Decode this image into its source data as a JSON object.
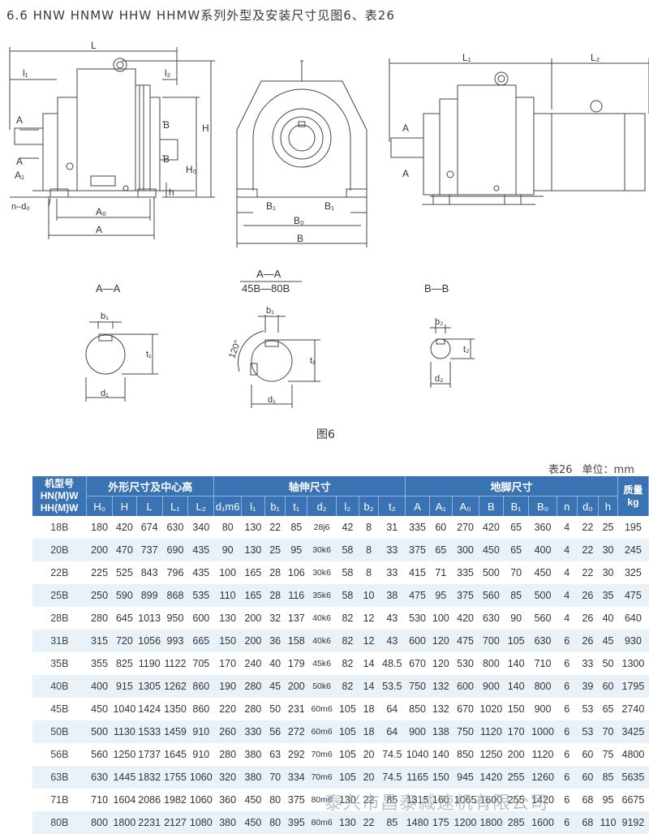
{
  "page_title": "6.6 HNW HNMW HHW HHMW系列外型及安装尺寸见图6、表26",
  "figure_caption": "图6",
  "table_caption": "表26",
  "unit_label": "单位：mm",
  "watermark": "泰兴市昌泰减速机有限公司",
  "drawing_labels": {
    "L": "L",
    "l1": "l₁",
    "l2": "l₂",
    "H": "H",
    "H0": "H₀",
    "h": "h",
    "A": "A",
    "A0": "A₀",
    "A1": "A₁",
    "nd0": "n–d₀",
    "secA": "A",
    "secB": "B",
    "B": "B",
    "B0": "B₀",
    "B1": "B₁",
    "L1": "L₁",
    "L2": "L₂",
    "aa_title": "A—A",
    "aa2_title": "A—A",
    "aa2_sub": "45B—80B",
    "bb_title": "B—B",
    "b1": "b₁",
    "t1": "t₁",
    "d1": "d₁",
    "b2": "b₂",
    "t2": "t₂",
    "d2": "d₂",
    "angle": "120°"
  },
  "table": {
    "model_header_lines": [
      "机型号",
      "HN(M)W",
      "HH(M)W"
    ],
    "group_headers": [
      "外形尺寸及中心高",
      "轴伸尺寸",
      "地脚尺寸"
    ],
    "mass_header_lines": [
      "质量",
      "kg"
    ],
    "columns": [
      "H₀",
      "H",
      "L",
      "L₁",
      "L₂",
      "d₁m6",
      "l₁",
      "b₁",
      "t₁",
      "d₂",
      "l₂",
      "b₂",
      "t₂",
      "A",
      "A₁",
      "A₀",
      "B",
      "B₁",
      "B₀",
      "n",
      "d₀",
      "h"
    ],
    "rows": [
      [
        "18B",
        "180",
        "420",
        "674",
        "630",
        "340",
        "80",
        "130",
        "22",
        "85",
        "28j6",
        "42",
        "8",
        "31",
        "335",
        "60",
        "270",
        "420",
        "65",
        "360",
        "4",
        "22",
        "25",
        "195"
      ],
      [
        "20B",
        "200",
        "470",
        "737",
        "690",
        "435",
        "90",
        "130",
        "25",
        "95",
        "30k6",
        "58",
        "8",
        "33",
        "375",
        "65",
        "300",
        "450",
        "65",
        "400",
        "4",
        "22",
        "30",
        "245"
      ],
      [
        "22B",
        "225",
        "525",
        "843",
        "796",
        "435",
        "100",
        "165",
        "28",
        "106",
        "30k6",
        "58",
        "8",
        "33",
        "415",
        "71",
        "335",
        "500",
        "70",
        "450",
        "4",
        "22",
        "30",
        "325"
      ],
      [
        "25B",
        "250",
        "590",
        "899",
        "868",
        "535",
        "110",
        "165",
        "28",
        "116",
        "35k6",
        "58",
        "10",
        "38",
        "475",
        "95",
        "375",
        "560",
        "85",
        "500",
        "4",
        "26",
        "35",
        "475"
      ],
      [
        "28B",
        "280",
        "645",
        "1013",
        "950",
        "600",
        "130",
        "200",
        "32",
        "137",
        "40k6",
        "82",
        "12",
        "43",
        "530",
        "100",
        "420",
        "630",
        "90",
        "560",
        "4",
        "26",
        "40",
        "640"
      ],
      [
        "31B",
        "315",
        "720",
        "1056",
        "993",
        "665",
        "150",
        "200",
        "36",
        "158",
        "40k6",
        "82",
        "12",
        "43",
        "600",
        "120",
        "475",
        "700",
        "105",
        "630",
        "6",
        "26",
        "45",
        "930"
      ],
      [
        "35B",
        "355",
        "825",
        "1190",
        "1122",
        "705",
        "170",
        "240",
        "40",
        "179",
        "45k6",
        "82",
        "14",
        "48.5",
        "670",
        "120",
        "530",
        "800",
        "140",
        "710",
        "6",
        "33",
        "50",
        "1300"
      ],
      [
        "40B",
        "400",
        "915",
        "1305",
        "1262",
        "860",
        "190",
        "280",
        "45",
        "200",
        "50k6",
        "82",
        "14",
        "53.5",
        "750",
        "132",
        "600",
        "900",
        "140",
        "800",
        "6",
        "39",
        "60",
        "1795"
      ],
      [
        "45B",
        "450",
        "1040",
        "1424",
        "1350",
        "860",
        "220",
        "280",
        "50",
        "231",
        "60m6",
        "105",
        "18",
        "64",
        "850",
        "132",
        "670",
        "1020",
        "150",
        "900",
        "6",
        "53",
        "65",
        "2740"
      ],
      [
        "50B",
        "500",
        "1130",
        "1533",
        "1459",
        "910",
        "260",
        "330",
        "56",
        "272",
        "60m6",
        "105",
        "18",
        "64",
        "900",
        "138",
        "750",
        "1120",
        "170",
        "1000",
        "6",
        "53",
        "70",
        "3425"
      ],
      [
        "56B",
        "560",
        "1250",
        "1737",
        "1645",
        "910",
        "280",
        "380",
        "63",
        "292",
        "70m6",
        "105",
        "20",
        "74.5",
        "1040",
        "140",
        "850",
        "1250",
        "200",
        "1120",
        "6",
        "60",
        "75",
        "4800"
      ],
      [
        "63B",
        "630",
        "1445",
        "1832",
        "1755",
        "1060",
        "320",
        "380",
        "70",
        "334",
        "70m6",
        "105",
        "20",
        "74.5",
        "1165",
        "150",
        "945",
        "1420",
        "255",
        "1260",
        "6",
        "60",
        "85",
        "5635"
      ],
      [
        "71B",
        "710",
        "1604",
        "2086",
        "1982",
        "1060",
        "360",
        "450",
        "80",
        "375",
        "80m6",
        "130",
        "22",
        "85",
        "1315",
        "160",
        "1065",
        "1600",
        "255",
        "1420",
        "6",
        "68",
        "95",
        "6675"
      ],
      [
        "80B",
        "800",
        "1800",
        "2231",
        "2127",
        "1080",
        "380",
        "450",
        "80",
        "395",
        "80m6",
        "130",
        "22",
        "85",
        "1480",
        "175",
        "1200",
        "1800",
        "285",
        "1600",
        "6",
        "68",
        "110",
        "9192"
      ]
    ]
  }
}
